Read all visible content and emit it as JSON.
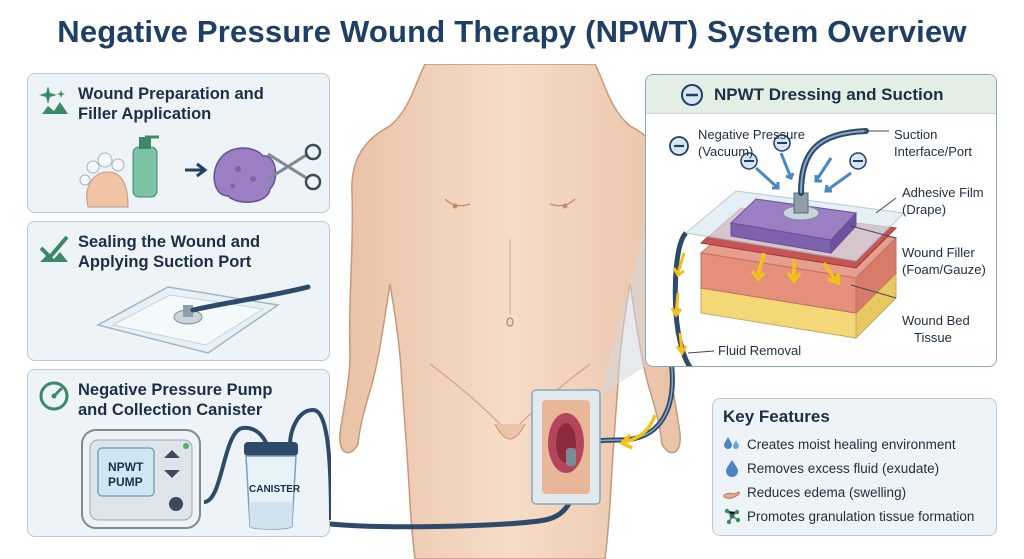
{
  "title": "Negative Pressure Wound Therapy (NPWT) System Overview",
  "steps": [
    {
      "title_line1": "Wound Preparation and",
      "title_line2": "Filler Application",
      "icon": "sparkle-icon"
    },
    {
      "title_line1": "Sealing the Wound and",
      "title_line2": "Applying Suction Port",
      "icon": "check-icon"
    },
    {
      "title_line1": "Negative Pressure Pump",
      "title_line2": "and Collection Canister",
      "icon": "gauge-icon"
    }
  ],
  "pump": {
    "label_line1": "NPWT",
    "label_line2": "PUMP"
  },
  "canister": {
    "label": "CANISTER"
  },
  "dressing": {
    "title": "NPWT Dressing and Suction",
    "labels": {
      "negative_pressure_line1": "Negative Pressure",
      "negative_pressure_line2": "(Vacuum)",
      "suction_line1": "Suction",
      "suction_line2": "Interface/Port",
      "film_line1": "Adhesive Film",
      "film_line2": "(Drape)",
      "filler_line1": "Wound Filler",
      "filler_line2": "(Foam/Gauze)",
      "bed_line1": "Wound Bed",
      "bed_line2": "Tissue",
      "fluid": "Fluid Removal"
    }
  },
  "features": {
    "title": "Key Features",
    "items": [
      {
        "text": "Creates moist healing environment",
        "icon": "droplets-icon"
      },
      {
        "text": "Removes excess fluid (exudate)",
        "icon": "drop-icon"
      },
      {
        "text": "Reduces edema (swelling)",
        "icon": "hand-icon"
      },
      {
        "text": "Promotes granulation tissue formation",
        "icon": "molecule-icon"
      }
    ]
  },
  "colors": {
    "title": "#1f3f66",
    "panel_bg": "#edf3f6",
    "skin": "#f2d3bd",
    "tube": "#2d4a6a",
    "foam": "#8b6bb5",
    "arrow": "#f2c21a"
  }
}
